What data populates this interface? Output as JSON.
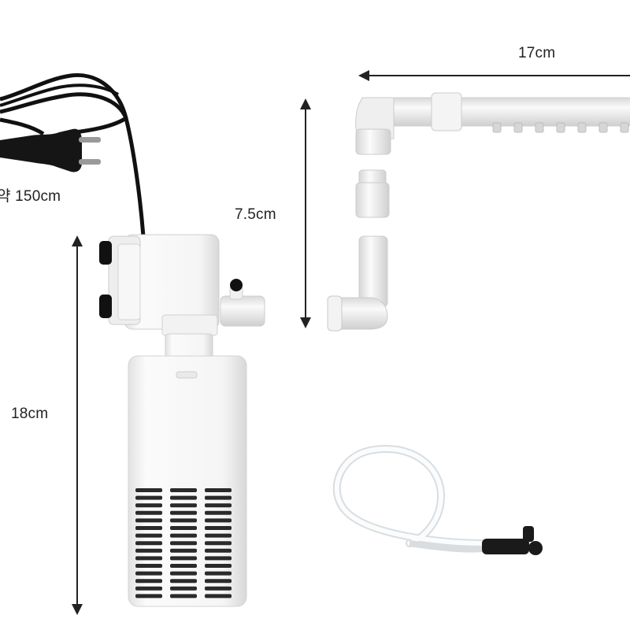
{
  "dimensions": {
    "cable_length": "약 150cm",
    "pump_height": "18cm",
    "outlet_pipe_height": "7.5cm",
    "spray_bar_length": "17cm"
  },
  "colors": {
    "background": "#ffffff",
    "product_white": "#f4f4f4",
    "product_shadow": "#d6d6d6",
    "cable": "#111111",
    "arrow": "#222222",
    "tube": "#f7f9fa"
  },
  "components": {
    "power_cable": "plug-icon",
    "pump_body": "filter-pump",
    "outlet_elbow": "elbow-pipe",
    "spray_bar": "spray-bar",
    "air_tube": "air-tube"
  }
}
